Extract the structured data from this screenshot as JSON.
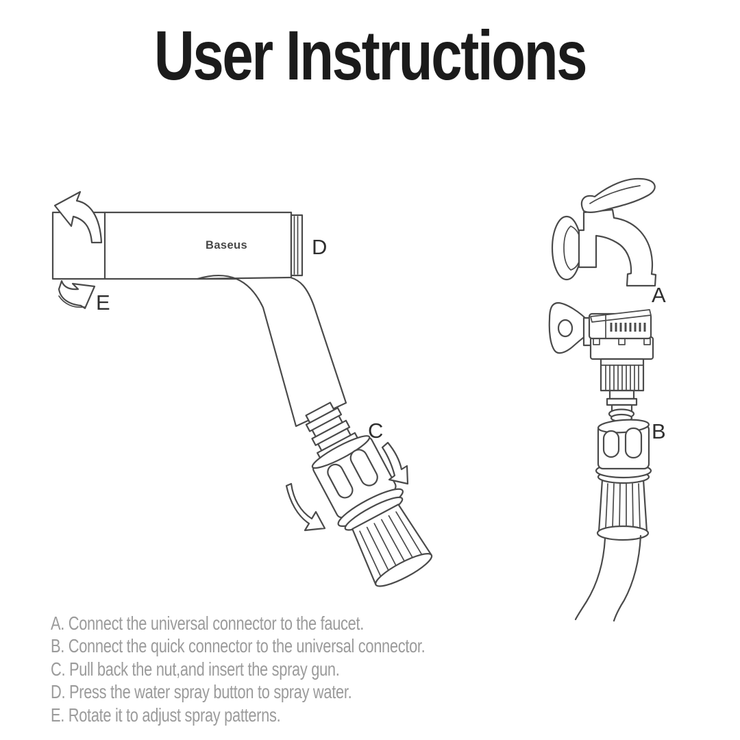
{
  "title": "User Instructions",
  "diagram": {
    "brand_label": "Baseus",
    "part_labels": {
      "a": "A",
      "b": "B",
      "c": "C",
      "d": "D",
      "e": "E"
    }
  },
  "instructions": {
    "items": [
      "A. Connect the universal connector to the faucet.",
      "B. Connect the quick connector to the universal connector.",
      "C. Pull back the nut,and insert the spray gun.",
      "D. Press the water spray button to spray water.",
      "E. Rotate it to adjust spray patterns."
    ]
  },
  "colors": {
    "background": "#ffffff",
    "line": "#4a4a4a",
    "title_text": "#1b1b1b",
    "label_text": "#2e2e2e",
    "brand_text": "#474747",
    "instruction_text": "#9b9b9b"
  }
}
